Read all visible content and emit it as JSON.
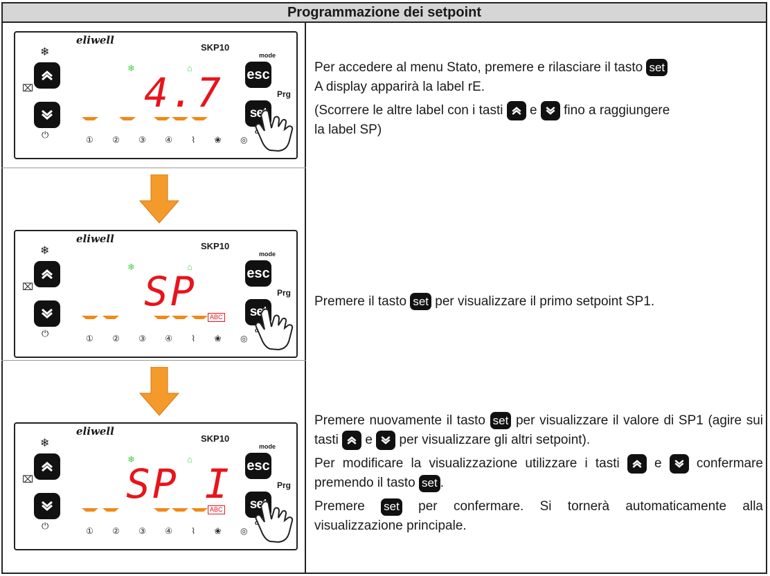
{
  "header": {
    "title": "Programmazione dei setpoint"
  },
  "device": {
    "brand": "eliwell",
    "model": "SKP10",
    "mode_label": "mode",
    "prg_label": "Prg",
    "disp_label": "disp",
    "esc_label": "esc",
    "set_label": "set",
    "abc_label": "ABC",
    "icons": "① ② ③ ④ ⌇ ❀ ◎"
  },
  "steps": [
    {
      "display": "4.7"
    },
    {
      "display": "SP"
    },
    {
      "display": "SP I"
    }
  ],
  "text": {
    "s1_a": "Per accedere al menu Stato, premere e rilasciare il tasto ",
    "s1_b": "A display apparirà la label rE.",
    "s1_c": "(Scorrere le altre label con i tasti ",
    "s1_d": " fino a raggiungere",
    "s1_e": " la label SP)",
    "s2_a": "Premere il tasto ",
    "s2_b": " per visualizzare il primo setpoint SP1.",
    "s3_a": "Premere nuovamente il tasto ",
    "s3_b": " per visualizzare il valore di SP1 (agire sui tasti ",
    "s3_c": " per visualizzare gli altri setpoint).",
    "s3_d": "Per modificare la visualizzazione utilizzare i tasti ",
    "s3_e": "confermare premendo il tasto ",
    "s3_f": "Premere ",
    "s3_g": " per confermare. Si tornerà automaticamente alla visualizzazione principale.",
    "and": " e ",
    "dot": "."
  },
  "colors": {
    "display_red": "#e8141b",
    "led_orange": "#f08a18",
    "arrow_orange": "#f39a2b",
    "title_bg": "#d6d6d6"
  }
}
